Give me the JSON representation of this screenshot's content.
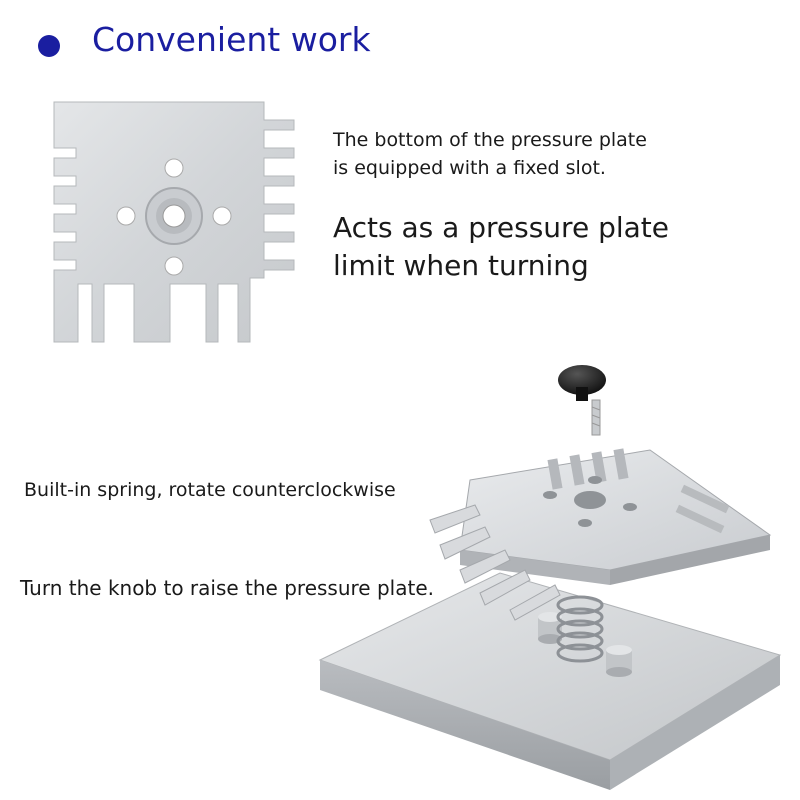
{
  "heading": {
    "text": "Convenient work",
    "color": "#1a1ea0",
    "bullet_color": "#1a1ea0"
  },
  "captions": {
    "slot_line1": "The bottom of the pressure plate",
    "slot_line2": "is equipped with a fixed slot.",
    "limit_line1": "Acts as a pressure plate",
    "limit_line2": "limit when turning",
    "spring": "Built-in spring, rotate counterclockwise",
    "knob": "Turn the knob to raise the pressure plate."
  },
  "colors": {
    "aluminum": "#d6d8da",
    "aluminum_dark": "#a9adb1",
    "aluminum_light": "#eceef0",
    "knob": "#111111"
  }
}
